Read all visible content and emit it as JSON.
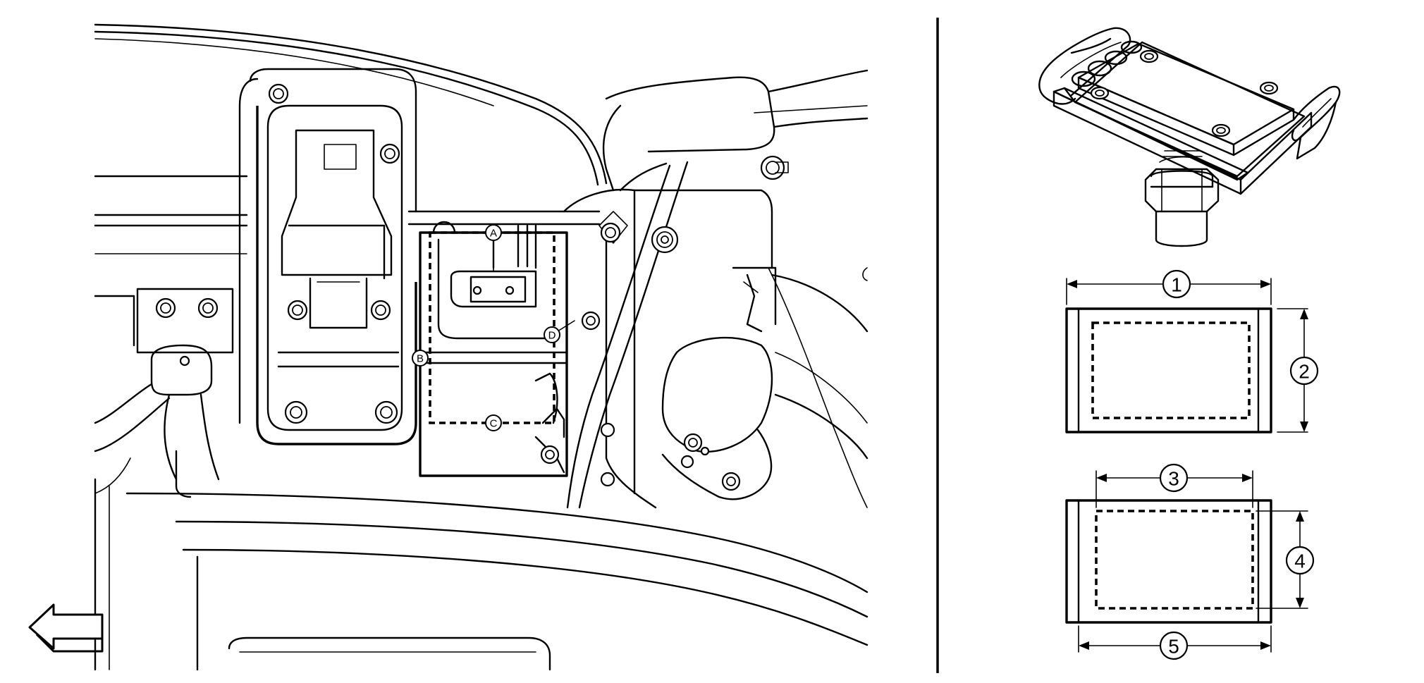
{
  "callouts": {
    "a": "A",
    "b": "B",
    "c": "C",
    "d": "D"
  },
  "dimensions": {
    "d1": "1",
    "d2": "2",
    "d3": "3",
    "d4": "4",
    "d5": "5"
  },
  "icons": {
    "front_arrow": "arrow-left-icon"
  },
  "colors": {
    "line": "#000000",
    "background": "#ffffff"
  }
}
